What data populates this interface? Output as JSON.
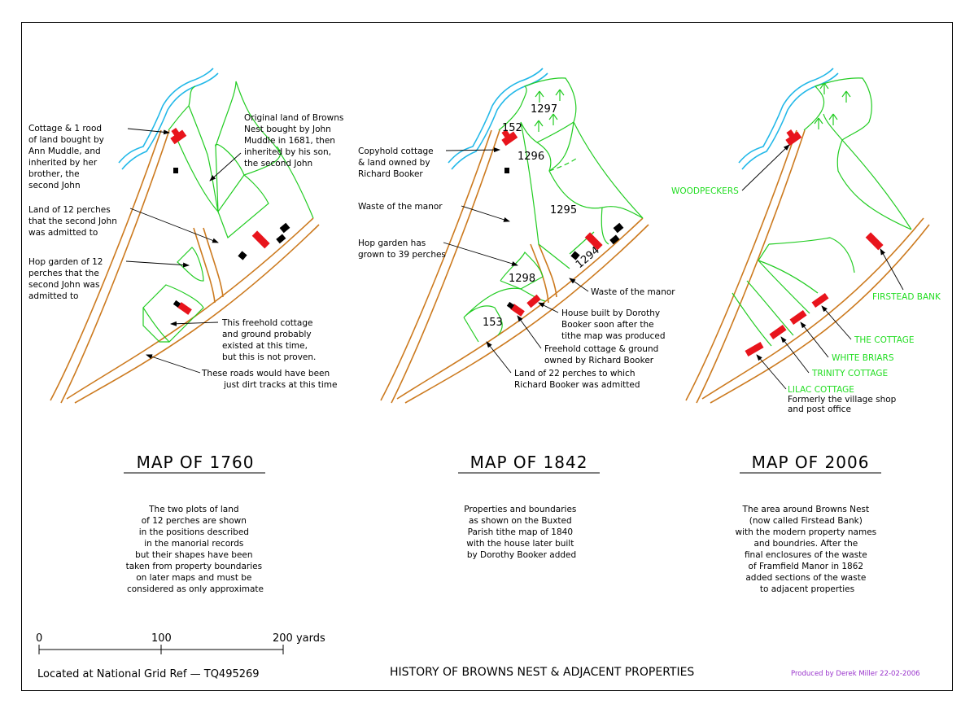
{
  "main_title": "HISTORY OF BROWNS NEST & ADJACENT PROPERTIES",
  "credit": "Produced by Derek Miller 22-02-2006",
  "grid_ref": "Located at National Grid Ref — TQ495269",
  "scale": {
    "ticks": [
      "0",
      "100",
      "200 yards"
    ]
  },
  "maps": [
    {
      "title": "MAP OF 1760",
      "labels": {
        "cottage": [
          "Cottage & 1 rood",
          "of land bought by",
          "Ann Muddle, and",
          "inherited by her",
          "brother, the",
          "second John"
        ],
        "original": [
          "Original land of Browns",
          "Nest bought by John",
          "Muddle in 1681, then",
          "inherited by his son,",
          "the second John"
        ],
        "land12": [
          "Land of 12 perches",
          "that the second John",
          "was admitted to"
        ],
        "hop": [
          "Hop garden of 12",
          "perches that the",
          "second John was",
          "admitted to"
        ],
        "freehold": [
          "This freehold cottage",
          "and ground probably",
          "existed at this time,",
          "but this is not proven."
        ],
        "roads": [
          "These roads would have been",
          "just dirt tracks at this time"
        ]
      },
      "description": [
        "The two plots of land",
        "of 12 perches are shown",
        "in the positions described",
        "in the manorial records",
        "but their shapes have been",
        "taken from property boundaries",
        "on later maps and must be",
        "considered as only approximate"
      ]
    },
    {
      "title": "MAP OF 1842",
      "plots": [
        "1297",
        "152",
        "1296",
        "1295",
        "1294",
        "1298",
        "153"
      ],
      "labels": {
        "copyhold": [
          "Copyhold cottage",
          "& land owned by",
          "Richard Booker"
        ],
        "waste1": [
          "Waste of the manor"
        ],
        "hop": [
          "Hop garden has",
          "grown to 39 perches"
        ],
        "waste2": [
          "Waste of the manor"
        ],
        "house": [
          "House built by Dorothy",
          "Booker soon after the",
          "tithe map was produced"
        ],
        "freehold": [
          "Freehold cottage & ground",
          "owned by Richard Booker"
        ],
        "land22": [
          "Land of 22 perches to which",
          "Richard Booker was admitted"
        ]
      },
      "description": [
        "Properties and boundaries",
        "as shown on the Buxted",
        "Parish tithe map of 1840",
        "with the house later built",
        "by Dorothy Booker added"
      ]
    },
    {
      "title": "MAP OF 2006",
      "labels": {
        "woodpeckers": "WOODPECKERS",
        "firstead": "FIRSTEAD BANK",
        "the_cottage": "THE COTTAGE",
        "white_briars": "WHITE BRIARS",
        "trinity": "TRINITY COTTAGE",
        "lilac": "LILAC COTTAGE",
        "lilac_note": [
          "Formerly the village shop",
          "and post office"
        ]
      },
      "description": [
        "The area around Browns Nest",
        "(now called Firstead Bank)",
        "with the modern property names",
        "and boundries. After the",
        "final enclosures of the waste",
        "of Framfield Manor in 1862",
        "added sections of the waste",
        "to adjacent properties"
      ]
    }
  ],
  "colors": {
    "road": "#cc7a1f",
    "river": "#22b8e8",
    "boundary": "#22cc22",
    "building": "#e8141c",
    "outbuilding": "#000000",
    "credit": "#9933cc"
  }
}
